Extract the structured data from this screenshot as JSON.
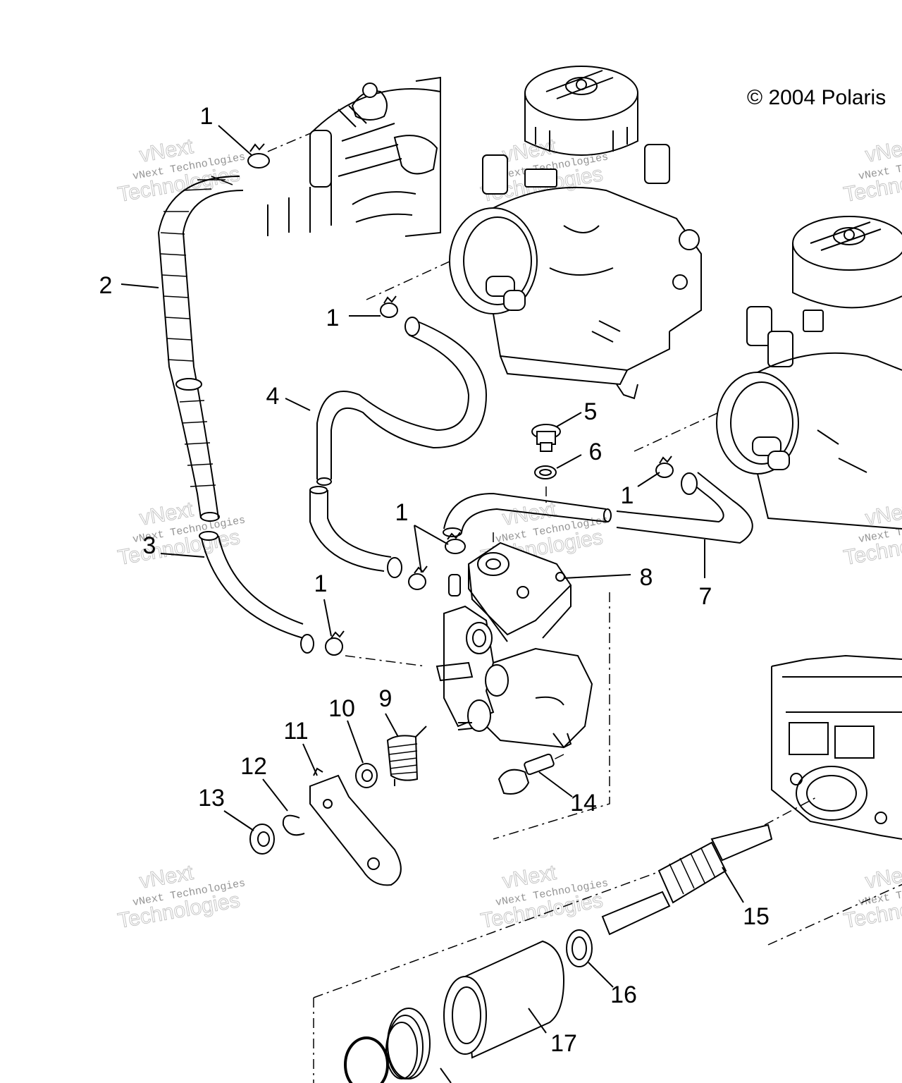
{
  "copyright": "© 2004 Polaris",
  "watermark": {
    "line1": "vNext",
    "line2": "vNext Technologies",
    "line3": "Technologies"
  },
  "callouts": [
    "1",
    "1",
    "1",
    "1",
    "1",
    "2",
    "3",
    "4",
    "5",
    "6",
    "7",
    "8",
    "9",
    "10",
    "11",
    "12",
    "13",
    "14",
    "15",
    "16",
    "17"
  ],
  "parts": [
    "clamp",
    "hose",
    "hose",
    "hose",
    "screw",
    "washer",
    "hose",
    "oil-pump",
    "spring",
    "washer",
    "lever",
    "circlip",
    "nut",
    "bolt",
    "drive-shaft",
    "washer",
    "sleeve"
  ]
}
